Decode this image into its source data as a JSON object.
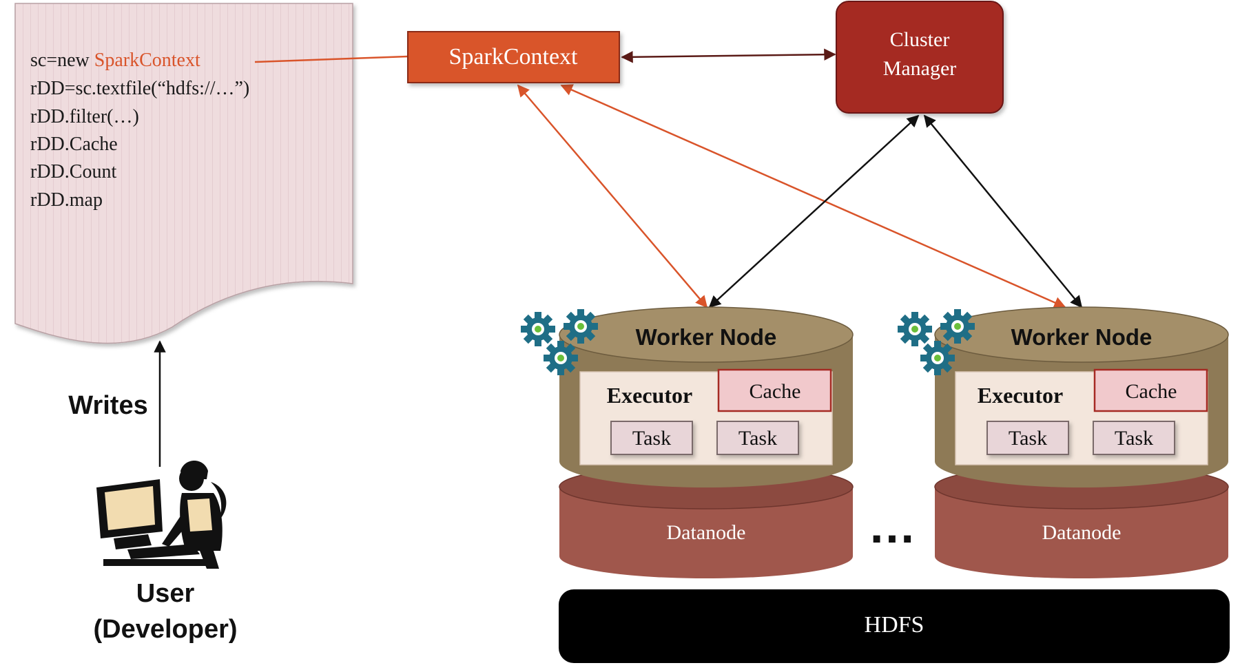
{
  "code_doc": {
    "lines": [
      {
        "prefix": "sc=new ",
        "highlight": "SparkContext"
      },
      {
        "prefix": "rDD=sc.textfile(“hdfs://…”)",
        "highlight": ""
      },
      {
        "prefix": "rDD.filter(…)",
        "highlight": ""
      },
      {
        "prefix": "rDD.Cache",
        "highlight": ""
      },
      {
        "prefix": "rDD.Count",
        "highlight": ""
      },
      {
        "prefix": "rDD.map",
        "highlight": ""
      }
    ]
  },
  "spark_context": {
    "label": "SparkContext"
  },
  "cluster_manager": {
    "line1": "Cluster",
    "line2": "Manager"
  },
  "user": {
    "writes_label": "Writes",
    "label_line1": "User",
    "label_line2": "(Developer)"
  },
  "workers": [
    {
      "title": "Worker Node",
      "executor": "Executor",
      "cache": "Cache",
      "task1": "Task",
      "task2": "Task",
      "datanode": "Datanode"
    },
    {
      "title": "Worker Node",
      "executor": "Executor",
      "cache": "Cache",
      "task1": "Task",
      "task2": "Task",
      "datanode": "Datanode"
    }
  ],
  "ellipsis": "…",
  "hdfs": {
    "label": "HDFS"
  },
  "colors": {
    "spark_orange": "#d9542a",
    "cluster_red": "#a52a23",
    "worker_olive": "#8e7a56",
    "datanode_brown": "#a0574c",
    "gear_teal": "#1f6e86",
    "doc_pink": "#efdcde"
  }
}
